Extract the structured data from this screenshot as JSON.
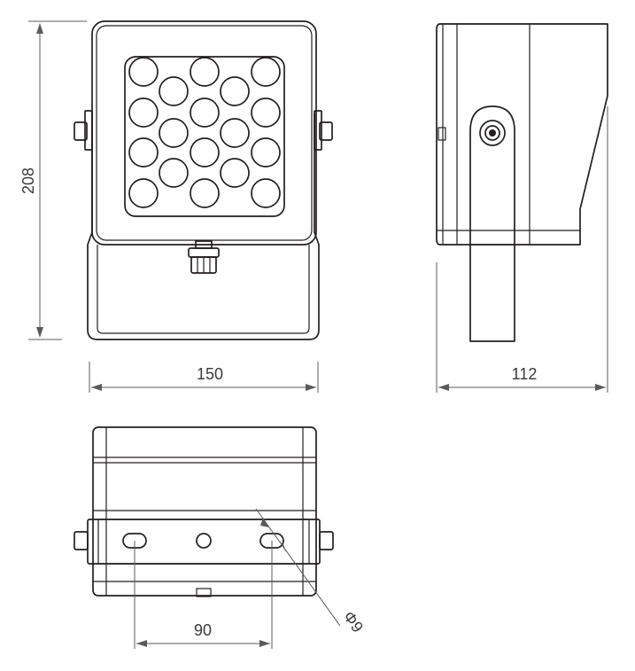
{
  "dimensions": {
    "height": "208",
    "front_width": "150",
    "side_depth": "112",
    "hole_spacing": "90",
    "hole_diameter": "Φ9"
  },
  "front_view": {
    "led_count": 18
  },
  "colors": {
    "line": "#231f20",
    "dimension": "#5a5a5a",
    "background": "#ffffff"
  }
}
